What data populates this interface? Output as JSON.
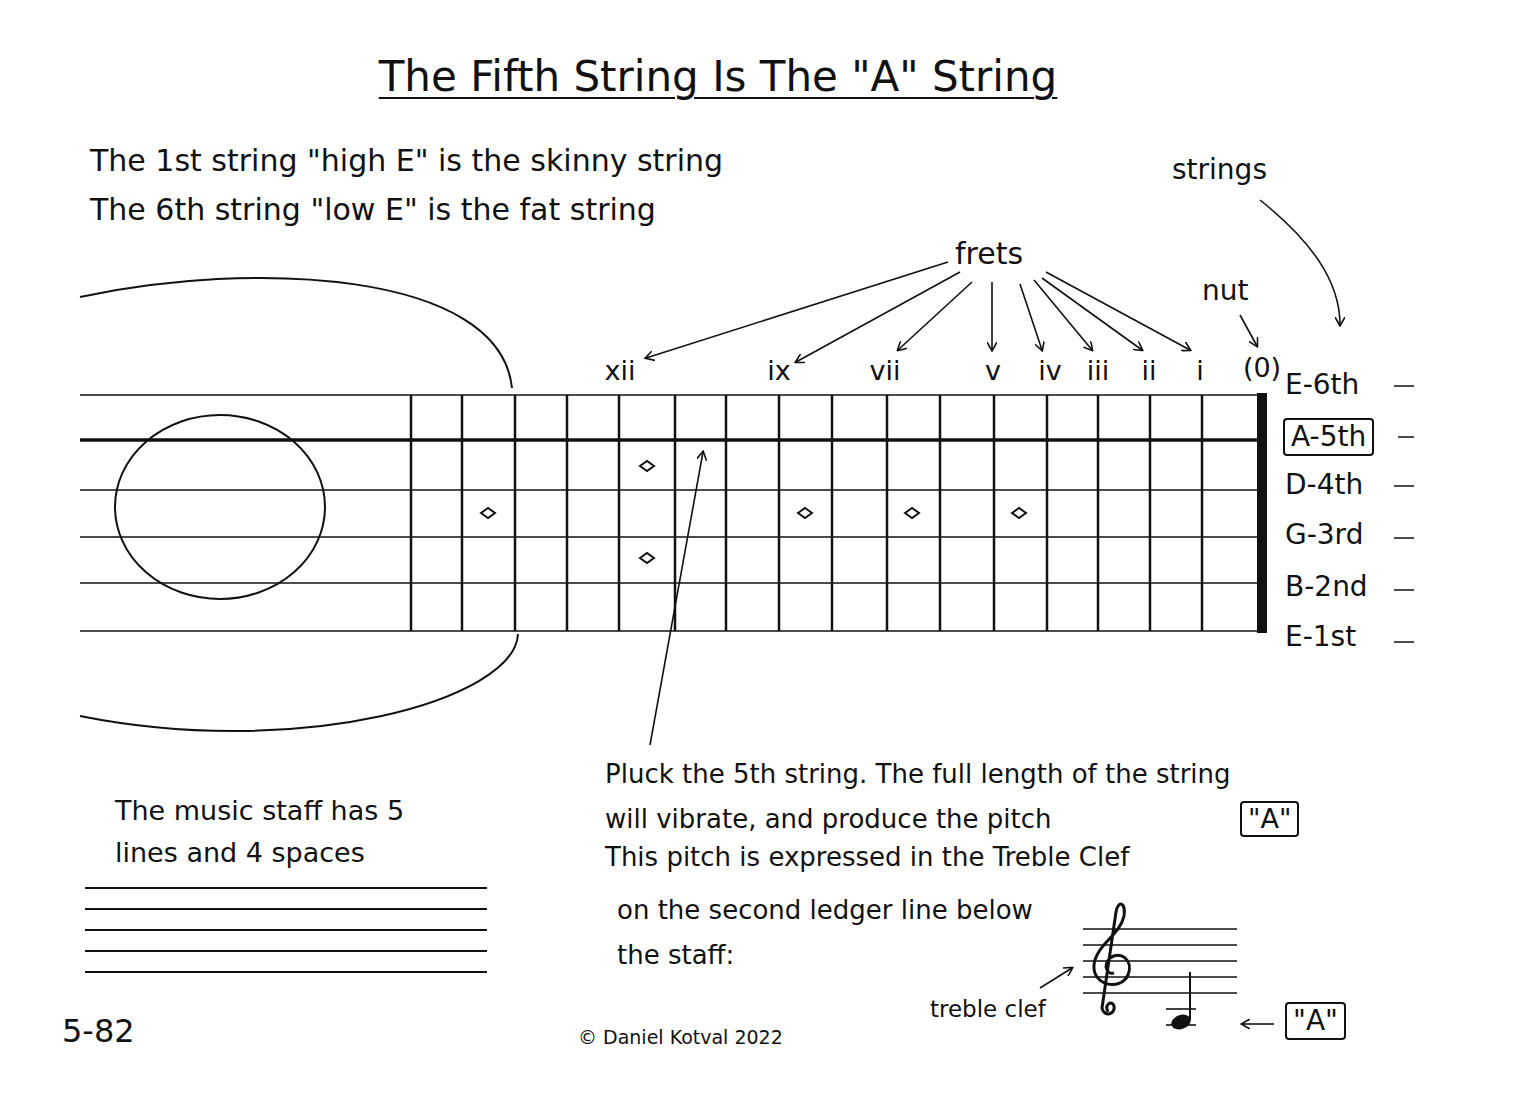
{
  "diagram": {
    "title": "The Fifth String Is The \"A\" String",
    "nodes": [
      {
        "text": [
          "A-5th"
        ]
      },
      {
        "text": [
          "\"A\""
        ]
      },
      {
        "text": [
          "\"A\""
        ]
      }
    ],
    "labels": [
      "The 1st string \"high E\" is the skinny string",
      "The 6th string \"low E\" is the fat string",
      "strings",
      "frets",
      "nut",
      "xii",
      "ix",
      "vii",
      "v",
      "iv",
      "iii",
      "ii",
      "i",
      "(0)",
      "E-6th",
      "D-4th",
      "G-3rd",
      "B-2nd",
      "E-1st",
      "Pluck the 5th string. The full length of the string will vibrate, and produce the pitch",
      "This pitch is expressed in the Treble Clef",
      "on the second ledger line below the staff:",
      "The music staff has 5 lines and 4 spaces",
      "treble clef",
      "5-82",
      "© Daniel Kotval 2022"
    ]
  }
}
